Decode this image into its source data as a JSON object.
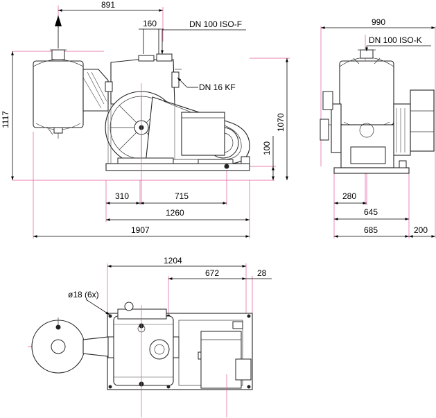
{
  "front_view": {
    "dim_top": "891",
    "dim_flange": "160",
    "label_inlet": "DN 100 ISO-F",
    "label_port": "DN 16 KF",
    "dim_height_total": "1117",
    "dim_height_right": "1070",
    "dim_foot": "100",
    "dim_310": "310",
    "dim_715": "715",
    "dim_1260": "1260",
    "dim_1907": "1907"
  },
  "side_view": {
    "dim_top": "990",
    "label_inlet": "DN 100 ISO-K",
    "dim_280": "280",
    "dim_645": "645",
    "dim_685": "685",
    "dim_200": "200"
  },
  "top_view": {
    "dim_1204": "1204",
    "dim_672": "672",
    "dim_28": "28",
    "label_holes": "ø18 (6x)"
  }
}
